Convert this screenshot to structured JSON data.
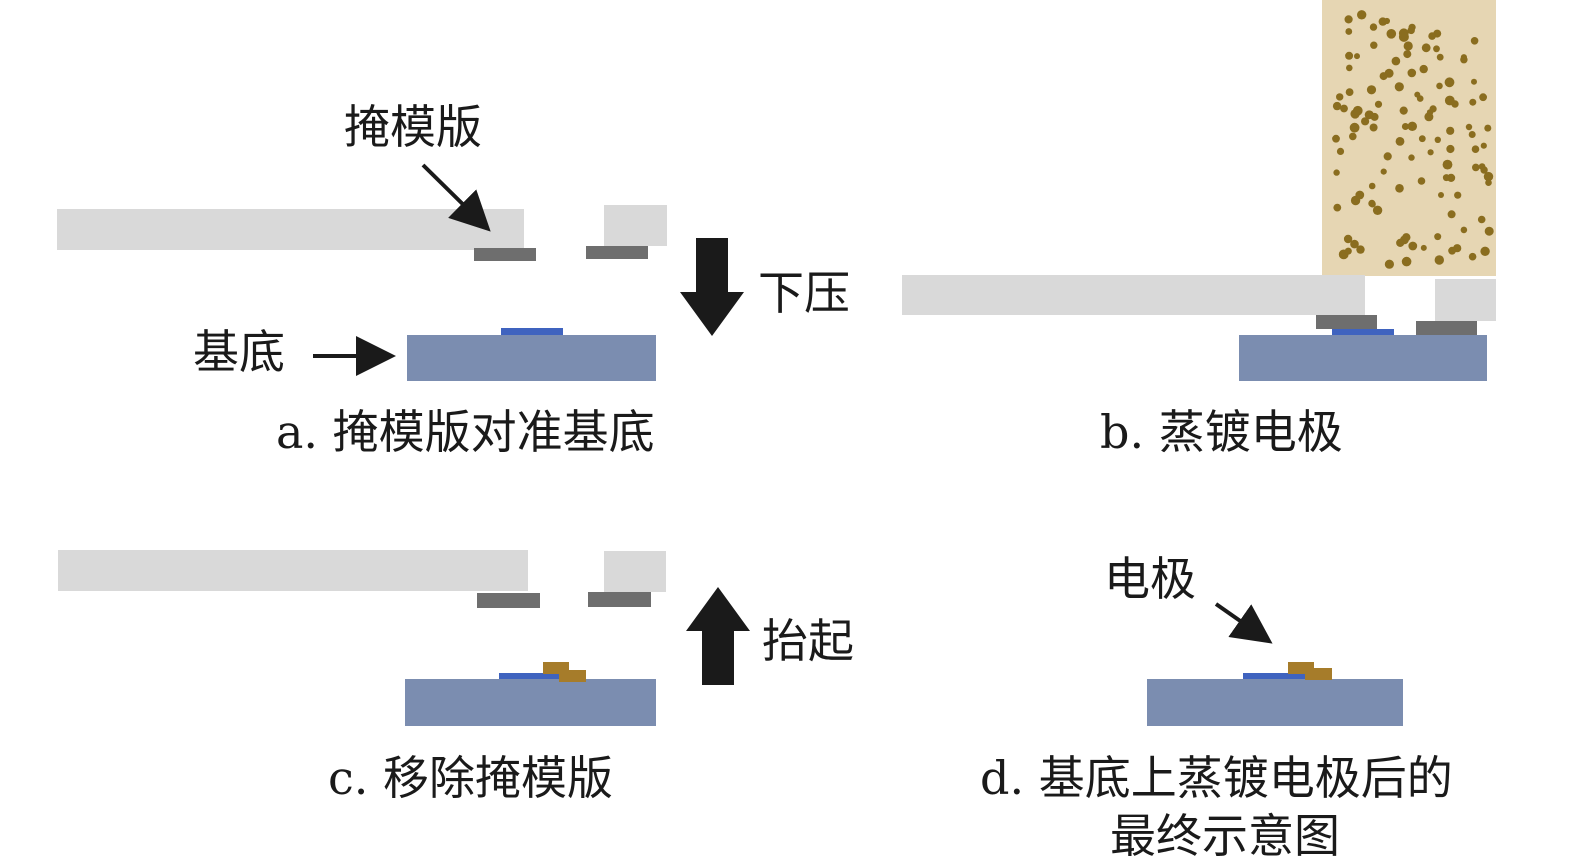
{
  "panel_a": {
    "caption": "a. 掩模版对准基底",
    "mask_label": "掩模版",
    "substrate_label": "基底",
    "action_label": "下压"
  },
  "panel_b": {
    "caption": "b. 蒸镀电极"
  },
  "panel_c": {
    "caption": "c. 移除掩模版",
    "action_label": "抬起"
  },
  "panel_d": {
    "caption_line1": "d. 基底上蒸镀电极后的",
    "caption_line2": "最终示意图",
    "electrode_label": "电极"
  },
  "colors": {
    "mask_plate": "#d9d9d9",
    "mask_pad": "#6e6e6e",
    "substrate": "#7b8db0",
    "channel": "#3f63bf",
    "electrode": "#a67c2a",
    "vapor_bg": "#e6d6b3",
    "vapor_particle": "#8a6d1f",
    "arrow": "#1a1a1a"
  }
}
